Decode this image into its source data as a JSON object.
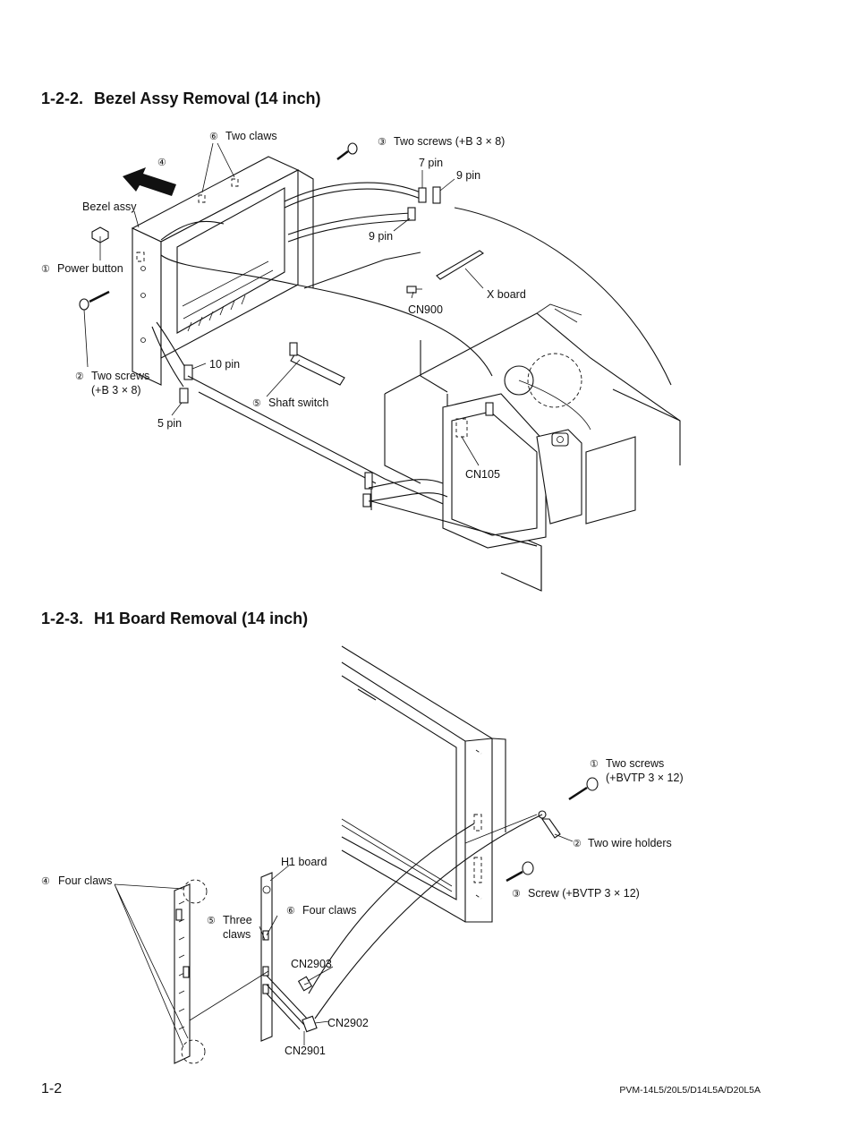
{
  "section1": {
    "number": "1-2-2.",
    "title": "Bezel Assy Removal (14 inch)",
    "callouts": {
      "two_claws_num": "⑥",
      "two_claws": "Two claws",
      "screws_top_num": "③",
      "screws_top": "Two screws (+B 3 × 8)",
      "arrow_num": "④",
      "pin7": "7 pin",
      "pin9a": "9 pin",
      "pin9b": "9 pin",
      "bezel_assy": "Bezel assy",
      "power_button_num": "①",
      "power_button": "Power button",
      "x_board": "X board",
      "cn900": "CN900",
      "screws_left_num": "②",
      "screws_left_1": "Two screws",
      "screws_left_2": "(+B 3 × 8)",
      "pin10": "10 pin",
      "pin5": "5 pin",
      "shaft_switch_num": "⑤",
      "shaft_switch": "Shaft switch",
      "cn105": "CN105"
    }
  },
  "section2": {
    "number": "1-2-3.",
    "title": "H1 Board Removal (14 inch)",
    "callouts": {
      "screws_num": "①",
      "screws_1": "Two screws",
      "screws_2": "(+BVTP 3 × 12)",
      "wire_holders_num": "②",
      "wire_holders": "Two wire holders",
      "screw_num": "③",
      "screw": "Screw (+BVTP 3 × 12)",
      "four_claws_left_num": "④",
      "four_claws_left": "Four claws",
      "h1_board": "H1 board",
      "three_claws_num": "⑤",
      "three_claws_1": "Three",
      "three_claws_2": "claws",
      "four_claws_right_num": "⑥",
      "four_claws_right": "Four claws",
      "cn2903": "CN2903",
      "cn2902": "CN2902",
      "cn2901": "CN2901"
    }
  },
  "footer": {
    "page_number": "1-2",
    "model": "PVM-14L5/20L5/D14L5A/D20L5A"
  }
}
